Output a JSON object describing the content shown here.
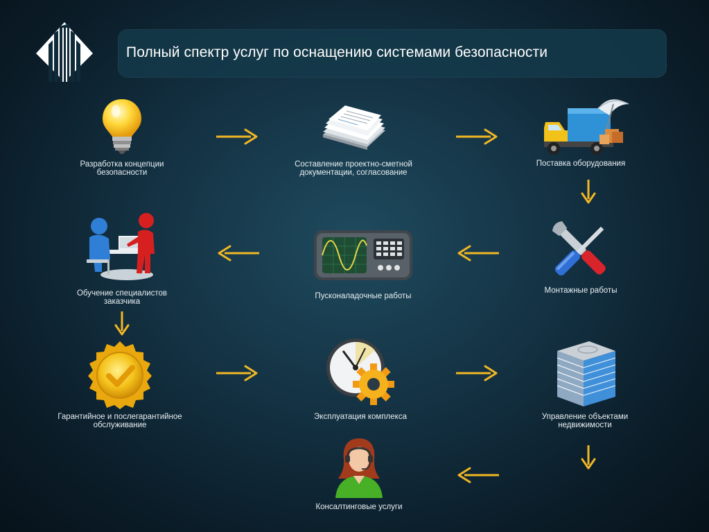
{
  "header": {
    "title": "Полный спектр услуг по оснащению системами безопасности"
  },
  "colors": {
    "arrow": "#f2b824",
    "background": "#143344",
    "title_bar": "#143a4a"
  },
  "nodes": [
    {
      "label": "Разработка концепции безопасности",
      "icon": "light-bulb-icon"
    },
    {
      "label": "Составление проектно-сметной документации, согласование",
      "icon": "documents-stack-icon"
    },
    {
      "label": "Поставка оборудования",
      "icon": "delivery-truck-icon"
    },
    {
      "label": "Монтажные работы",
      "icon": "tools-icon"
    },
    {
      "label": "Пусконаладочные работы",
      "icon": "oscilloscope-icon"
    },
    {
      "label": "Обучение специалистов заказчика",
      "icon": "training-people-icon"
    },
    {
      "label": "Гарантийное и послегарантийное обслуживание",
      "icon": "warranty-seal-icon"
    },
    {
      "label": "Эксплуатация комплекса",
      "icon": "gauge-gear-icon"
    },
    {
      "label": "Управление объектами недвижимости",
      "icon": "office-building-icon"
    },
    {
      "label": "Консалтинговые услуги",
      "icon": "consultant-headset-icon"
    }
  ]
}
